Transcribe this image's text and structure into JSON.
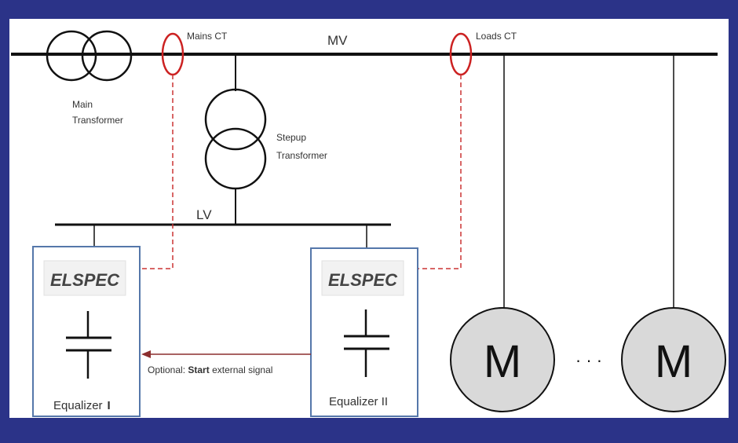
{
  "labels": {
    "mains_ct": "Mains CT",
    "mv": "MV",
    "loads_ct": "Loads CT",
    "main_transformer_line1": "Main",
    "main_transformer_line2": "Transformer",
    "stepup_transformer_line1": "Stepup",
    "stepup_transformer_line2": "Transformer",
    "lv": "LV",
    "equalizer_1": "Equalizer",
    "equalizer_1_numeral": "I",
    "equalizer_2": "Equalizer II",
    "optional_prefix": "Optional:",
    "optional_start": "Start",
    "optional_suffix": "external signal",
    "motor_1": "M",
    "motor_2": "M",
    "ellipsis": "· · ·"
  },
  "logo": {
    "text": "ELSPEC"
  },
  "colors": {
    "background": "#2b3388",
    "ct_ring": "#cc2222",
    "signal_dashed": "#cc3333",
    "optional_arrow": "#8b2e2e",
    "equalizer_border": "#5577aa",
    "motor_fill": "#d9d9d9"
  }
}
